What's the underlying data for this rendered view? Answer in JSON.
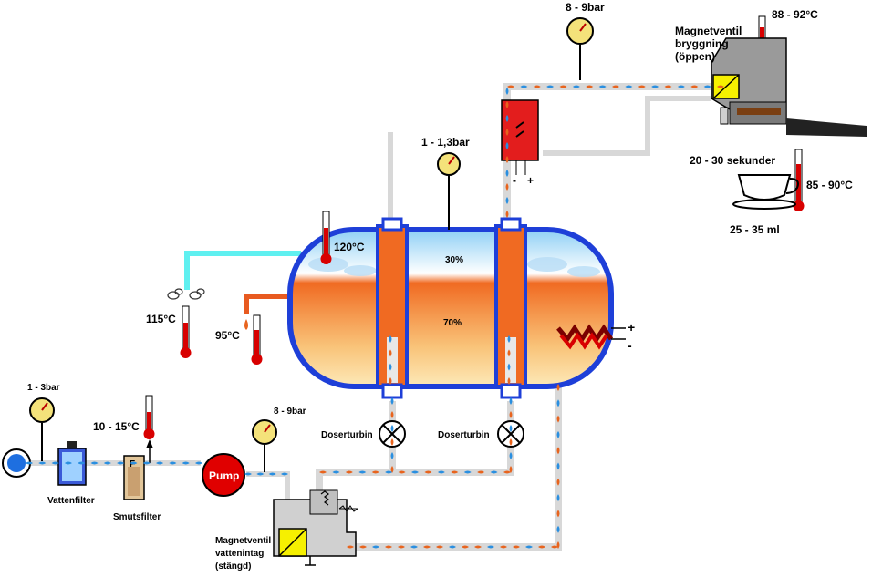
{
  "labels": {
    "pump_top_pressure": "8 - 9bar",
    "brew_valve_title": "Magnetventil",
    "brew_valve_line2": "bryggning",
    "brew_valve_line3": "(öppen)",
    "group_temp": "88 - 92°C",
    "boiler_pressure": "1 - 1,3bar",
    "brew_time": "20 - 30 sekunder",
    "cup_temp": "85 - 90°C",
    "cup_volume": "25 - 35 ml",
    "boiler_temp": "120°C",
    "steam_percent": "30%",
    "water_percent": "70%",
    "steam_wand_temp": "115°C",
    "hot_water_temp": "95°C",
    "inlet_pressure": "1 - 3bar",
    "inlet_temp": "10 - 15°C",
    "pump_pressure": "8 - 9bar",
    "doser_left": "Doserturbin",
    "doser_right": "Doserturbin",
    "water_filter": "Vattenfilter",
    "dirt_filter": "Smutsfilter",
    "dirt_filter_letter": "F",
    "pump": "Pump",
    "inlet_valve_title": "Magnetventil",
    "inlet_valve_line2": "vattenintag",
    "inlet_valve_line3": "(stängd)",
    "heater_plus": "+",
    "heater_minus": "-",
    "heater_ac": "~",
    "hx_plus": "+",
    "hx_minus": "-",
    "hx_ac": "~"
  },
  "colors": {
    "boiler_outline": "#1e3fd8",
    "steam_blue": "#7fc6f0",
    "hot_orange": "#f07a2a",
    "warm_yellow": "#fbe4a0",
    "pipe_grey": "#d6d6d6",
    "drop_orange": "#e8641e",
    "drop_blue": "#2a8fe0",
    "thermo_red": "#d80000",
    "gauge_yellow": "#f4e27a",
    "pump_red": "#e00000",
    "steam_pipe_cyan": "#5ff0f0",
    "hot_pipe_orange": "#e85a20"
  },
  "icons": [
    "thermometer-icon",
    "pressure-gauge-icon",
    "pump-icon",
    "solenoid-valve-icon",
    "water-filter-icon",
    "dirt-filter-icon",
    "doser-turbine-icon",
    "heating-element-icon",
    "cup-icon",
    "portafilter-icon",
    "steam-nozzle-icon"
  ]
}
